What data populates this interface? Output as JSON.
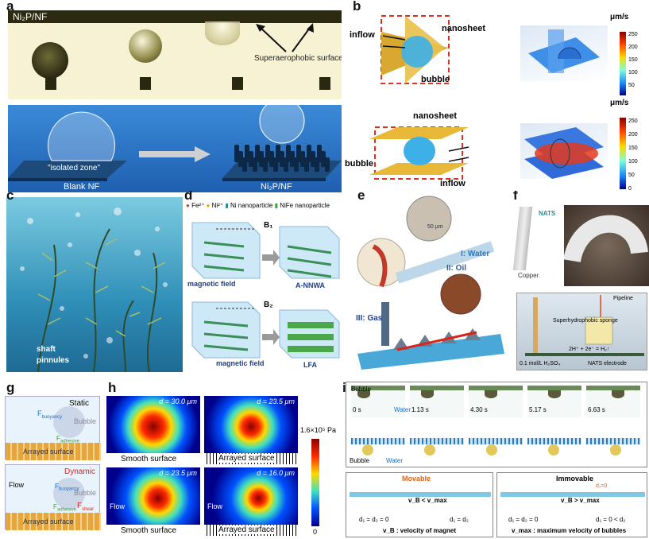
{
  "panel_letters": {
    "a": "a",
    "b": "b",
    "c": "c",
    "d": "d",
    "e": "e",
    "f": "f",
    "g": "g",
    "h": "h",
    "i": "i"
  },
  "a": {
    "top_label": "Ni₂P/NF",
    "callout": "Superaerophobic surface",
    "isolated_zone": "\"isolated zone\"",
    "blank_label": "Blank NF",
    "nip_label": "Ni₂P/NF"
  },
  "b": {
    "labels": {
      "inflow_top": "inflow",
      "nanosheet_top": "nanosheet",
      "bubble_top": "bubble",
      "nanosheet_bot": "nanosheet",
      "bubble_bot": "bubble",
      "inflow_bot": "inflow"
    },
    "unit": "μm/s",
    "colorbar_ticks": [
      "250",
      "200",
      "150",
      "100",
      "50"
    ],
    "colorbar_ticks_bottom": "0"
  },
  "c": {
    "shaft": "shaft",
    "pinnules": "pinnules"
  },
  "d": {
    "legend": [
      "Fe²⁺",
      "Ni²⁺",
      "Ni",
      "nanoparticle",
      "NiFe",
      "nanoparticle"
    ],
    "b1": "B₁",
    "b2": "B₂",
    "field1": "magnetic field",
    "field2": "magnetic field",
    "product1": "A-NNWA",
    "product2": "LFA"
  },
  "e": {
    "water": "I: Water",
    "oil": "II: Oil",
    "gas": "III: Gas",
    "scale": "50 μm"
  },
  "f": {
    "nats": "NATS",
    "copper": "Copper",
    "pipeline": "Pipeline",
    "sponge": "Superhydrophobic sponge",
    "reaction": "2H⁺ + 2e⁻ = H₂↑",
    "electrolyte": "0.1 mol/L H₂SO₄",
    "electrode": "NATS electrode"
  },
  "g": {
    "static": "Static",
    "dynamic": "Dynamic",
    "bubble1": "Bubble",
    "bubble2": "Bubble",
    "buoyancy1": "F",
    "buoyancy1_sub": "buoyancy",
    "adhesive1": "F",
    "adhesive1_sub": "adhesive",
    "buoyancy2": "F",
    "buoyancy2_sub": "buoyancy",
    "adhesive2": "F",
    "adhesive2_sub": "adhesive",
    "shear": "F",
    "shear_sub": "shear",
    "surface1": "Arrayed surface",
    "surface2": "Arrayed surface",
    "flow": "Flow"
  },
  "h": {
    "d1": "d = 30.0 μm",
    "d2": "d = 23.5 μm",
    "d3": "d = 23.5 μm",
    "d4": "d = 16.0 μm",
    "s1": "Smooth surface",
    "s2": "Arrayed surface",
    "s3": "Smooth surface",
    "s4": "Arrayed surface",
    "flow1": "Flow",
    "flow2": "Flow",
    "cbar_max": "1.6×10⁵ Pa",
    "cbar_min": "0"
  },
  "i": {
    "times": [
      "0 s",
      "1.13 s",
      "4.30 s",
      "5.17 s",
      "6.63 s"
    ],
    "bubble1": "Bubble",
    "water1": "Water",
    "bubble2": "Bubble",
    "water2": "Water",
    "movable": "Movable",
    "immovable": "Immovable",
    "vb_label": "v_B : velocity of magnet",
    "vmax_label": "v_max : maximum velocity of bubbles",
    "d_mov_left": "d₁ = d₂ = 0",
    "d_mov_right": "d₁ = d₂",
    "d_imm_left": "d₁ = d₂ = 0",
    "d_imm_right": "d₁ = 0 < d₂",
    "vb_cmp_mov": "v_B < v_max",
    "vb_cmp_imm": "v_B > v_max",
    "vb_top": "v_B",
    "d1_top": "d₁=0"
  },
  "colors": {
    "gold": "#e9cf56",
    "cream": "#f6f2d3",
    "blue_bg": "#2a6fbf",
    "ocean": "#3fa6c6",
    "orange": "#e8a63a",
    "red": "#d9241c"
  }
}
